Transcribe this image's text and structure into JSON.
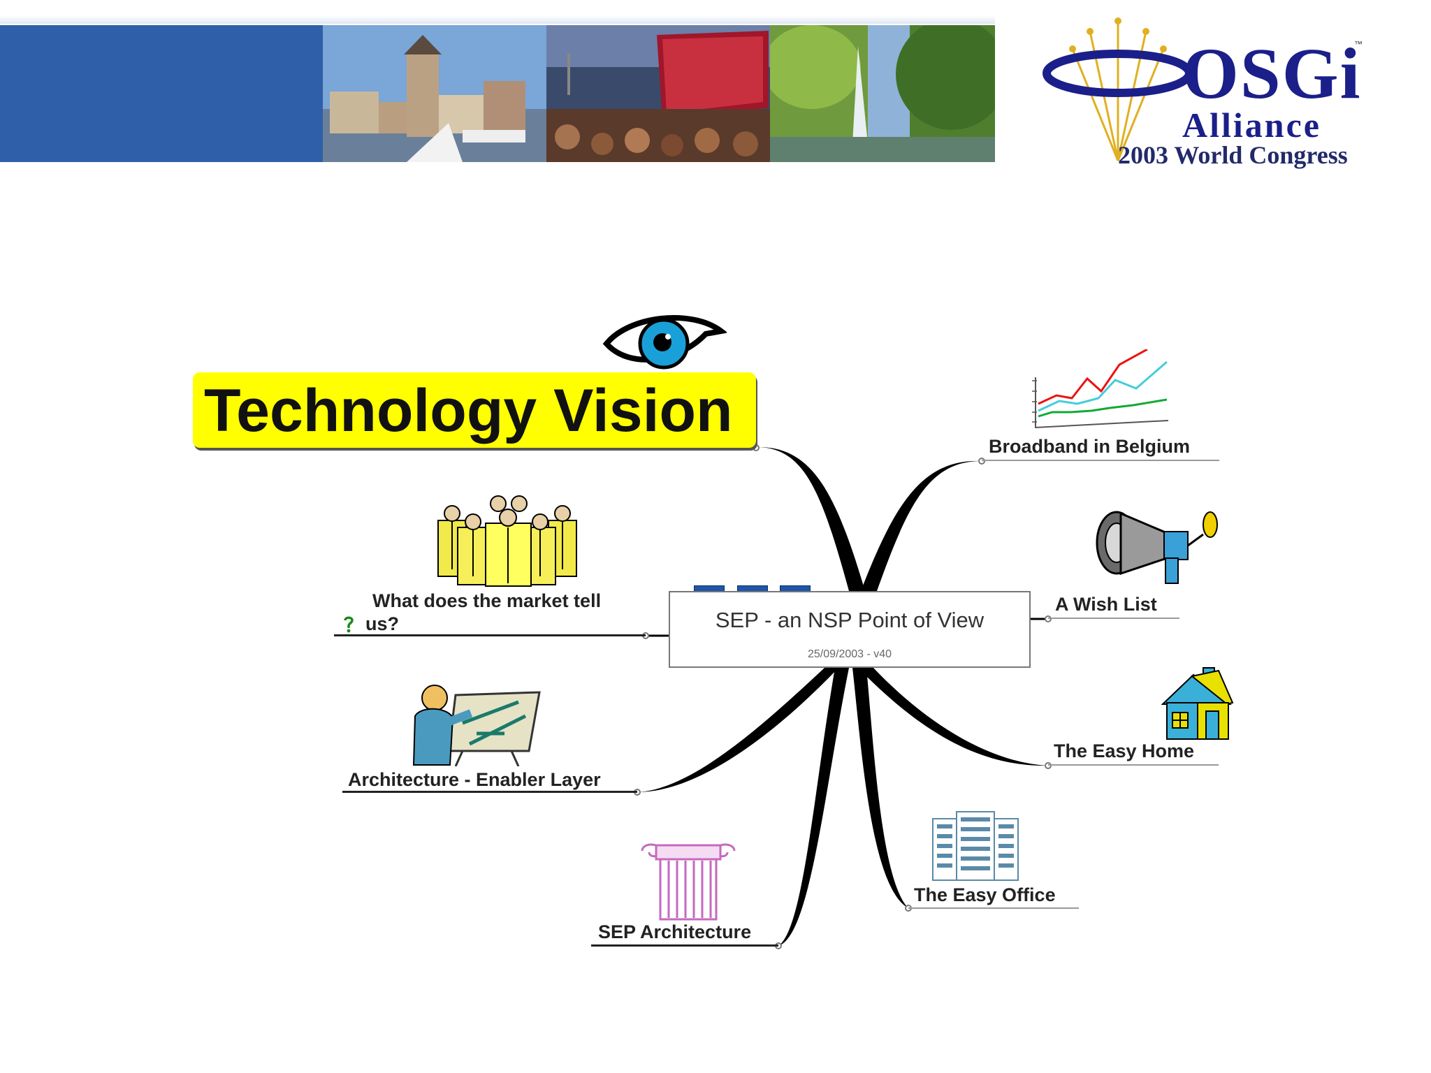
{
  "logo": {
    "brand": "OSGi",
    "tm": "™",
    "subtitle": "Alliance",
    "event": "2003 World Congress"
  },
  "title": "Technology Vision",
  "mindmap": {
    "center": {
      "title": "SEP - an NSP Point of View",
      "subtitle": "25/09/2003 - v40"
    },
    "branches": {
      "market": "What does the market tell",
      "market_line2": "us?",
      "architecture": "Architecture - Enabler Layer",
      "sep_architecture": "SEP Architecture",
      "broadband": "Broadband in Belgium",
      "wishlist": "A Wish List",
      "easy_home": "The Easy Home",
      "easy_office": "The Easy Office"
    }
  },
  "colors": {
    "banner": "#2f5fa8",
    "title_highlight": "#ffff00",
    "logo_text": "#1b1f8a",
    "connector": "#000000"
  }
}
